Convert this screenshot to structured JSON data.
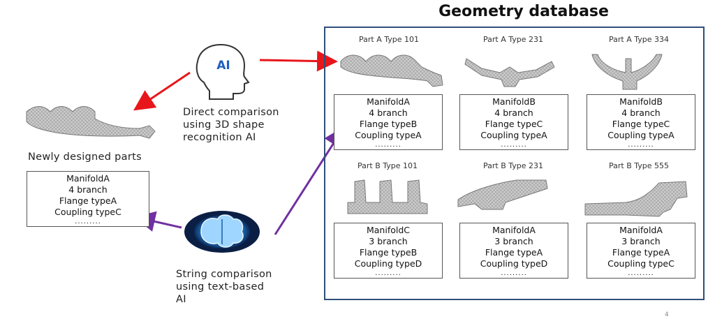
{
  "database": {
    "title": "Geometry database",
    "parts": [
      {
        "label": "Part A Type 101",
        "spec": [
          "ManifoldA",
          "4 branch",
          "Flange typeB",
          "Coupling typeA"
        ],
        "dots": "........."
      },
      {
        "label": "Part A Type 231",
        "spec": [
          "ManifoldB",
          "4 branch",
          "Flange typeC",
          "Coupling typeA"
        ],
        "dots": "........."
      },
      {
        "label": "Part A Type 334",
        "spec": [
          "ManifoldB",
          "4 branch",
          "Flange typeC",
          "Coupling typeA"
        ],
        "dots": "........."
      },
      {
        "label": "Part B Type 101",
        "spec": [
          "ManifoldC",
          "3 branch",
          "Flange typeB",
          "Coupling typeD"
        ],
        "dots": "........."
      },
      {
        "label": "Part B Type 231",
        "spec": [
          "ManifoldA",
          "3 branch",
          "Flange typeA",
          "Coupling typeD"
        ],
        "dots": "........."
      },
      {
        "label": "Part B Type 555",
        "spec": [
          "ManifoldA",
          "3 branch",
          "Flange typeA",
          "Coupling typeC"
        ],
        "dots": "........."
      }
    ]
  },
  "new_part": {
    "caption": "Newly designed parts",
    "spec": [
      "ManifoldA",
      "4 branch",
      "Flange typeA",
      "Coupling typeC"
    ],
    "dots": "........."
  },
  "shape_ai": {
    "icon_text": "AI",
    "caption": [
      "Direct comparison",
      "using 3D shape",
      "recognition AI"
    ]
  },
  "text_ai": {
    "caption": [
      "String comparison",
      "using text-based",
      "AI"
    ]
  },
  "page_number": "4",
  "colors": {
    "red_arrow": "#e8161b",
    "purple_arrow": "#7030a0",
    "frame": "#2f4f7a",
    "ai_blue": "#1f5fbf"
  }
}
